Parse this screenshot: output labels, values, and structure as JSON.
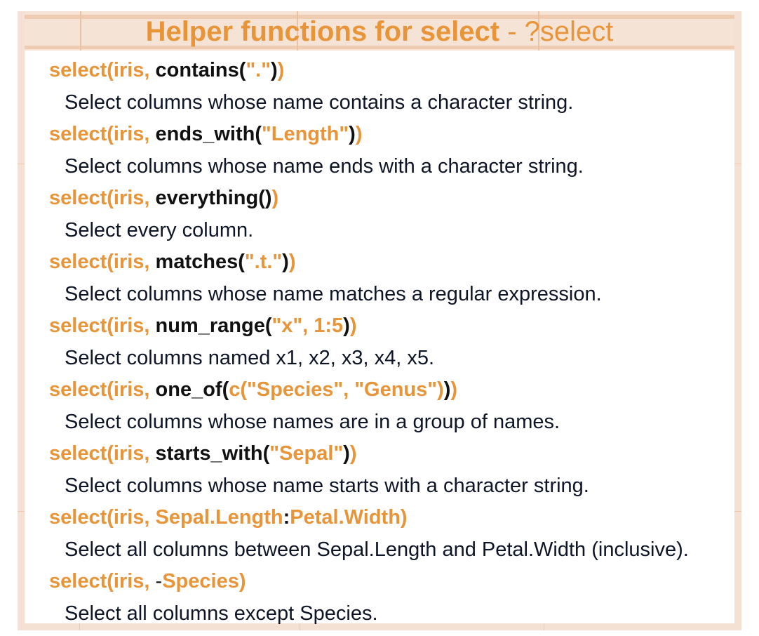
{
  "header": {
    "title_bold": "Helper functions for select",
    "title_light": " - ?select"
  },
  "colors": {
    "accent_orange": "#E8953A",
    "border_peach": "#F5E1D3",
    "header_bg": "#F5E4D6",
    "text_dark": "#0E1526"
  },
  "entries": [
    {
      "code": {
        "prefix": "select(iris, ",
        "fn": "contains(",
        "arg": "\".\"",
        "fn_close": ")",
        "suffix": ")"
      },
      "description": "Select columns whose name contains a character string."
    },
    {
      "code": {
        "prefix": "select(iris, ",
        "fn": "ends_with(",
        "arg": "\"Length\"",
        "fn_close": ")",
        "suffix": ")"
      },
      "description": "Select columns whose name ends with a character string."
    },
    {
      "code": {
        "prefix": "select(iris, ",
        "fn": "everything()",
        "arg": "",
        "fn_close": "",
        "suffix": ")"
      },
      "description": "Select every column."
    },
    {
      "code": {
        "prefix": "select(iris, ",
        "fn": "matches(",
        "arg": "\".t.\"",
        "fn_close": ")",
        "suffix": ")"
      },
      "description": "Select columns whose name matches a regular expression."
    },
    {
      "code": {
        "prefix": "select(iris, ",
        "fn": "num_range(",
        "arg": "\"x\", 1:5",
        "fn_close": ")",
        "suffix": ")"
      },
      "description": "Select columns named x1, x2, x3, x4, x5."
    },
    {
      "code": {
        "prefix": "select(iris, ",
        "fn": "one_of(",
        "arg": "c(\"Species\", \"Genus\")",
        "fn_close": ")",
        "suffix": ")"
      },
      "description": "Select columns whose names are in a group of names."
    },
    {
      "code": {
        "prefix": "select(iris, ",
        "fn": "starts_with(",
        "arg": "\"Sepal\"",
        "fn_close": ")",
        "suffix": ")"
      },
      "description": "Select columns whose name starts with a character string."
    },
    {
      "code": {
        "prefix": "select(iris, ",
        "left": "Sepal.Length",
        "sep": ":",
        "right": "Petal.Width",
        "suffix": ")"
      },
      "description": "Select all columns between Sepal.Length and Petal.Width (inclusive)."
    },
    {
      "code": {
        "prefix": "select(iris, ",
        "minus": "-",
        "col": "Species",
        "suffix": ")"
      },
      "description": "Select all columns except Species."
    }
  ]
}
